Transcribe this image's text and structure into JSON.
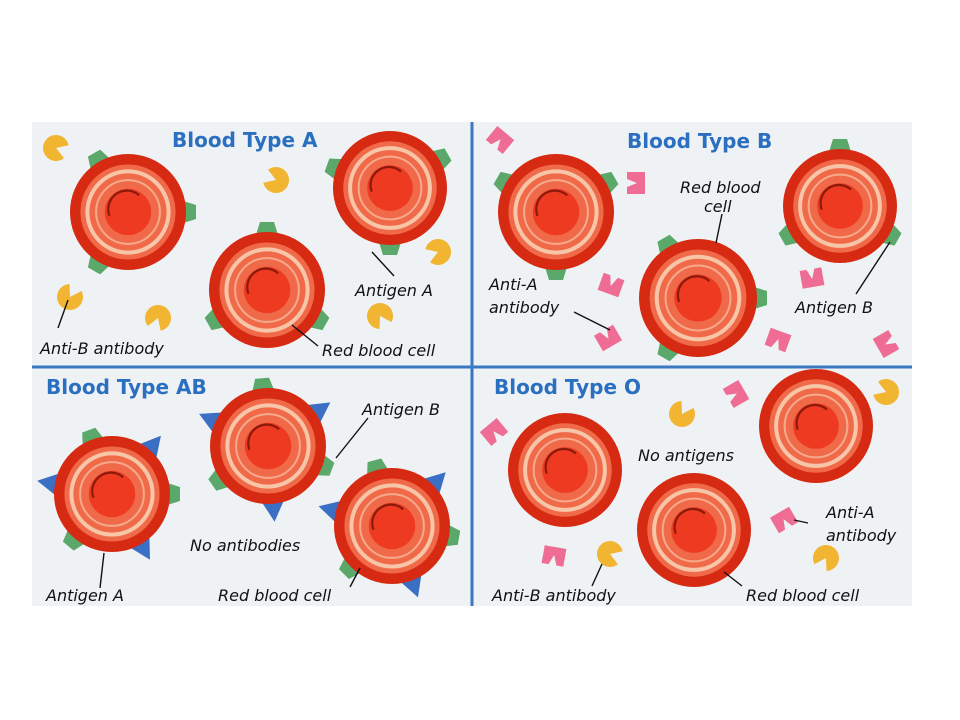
{
  "colors": {
    "background": "#ffffff",
    "panel": "#eef2f4",
    "divider": "#3a78c2",
    "title": "#2a6fc0",
    "cell_outer": "#d62a12",
    "cell_inner": "#f06a4a",
    "cell_ring": "#f7c6a8",
    "cell_core": "#ee3a20",
    "antigen_a": "#5aa86a",
    "antigen_b": "#3b6fc4",
    "anti_a_antibody": "#ef6d94",
    "anti_b_antibody": "#f1b531"
  },
  "panels": [
    {
      "id": "type-a",
      "title": "Blood Type A",
      "labels": {
        "antibody": "Anti-B antibody",
        "antigen": "Antigen A",
        "cell": "Red blood cell"
      }
    },
    {
      "id": "type-b",
      "title": "Blood Type B",
      "labels": {
        "cell_line1": "Red blood",
        "cell_line2": "cell",
        "antibody_line1": "Anti-A",
        "antibody_line2": "antibody",
        "antigen": "Antigen B"
      }
    },
    {
      "id": "type-ab",
      "title": "Blood Type AB",
      "labels": {
        "antigen_b": "Antigen B",
        "note": "No antibodies",
        "antigen_a": "Antigen A",
        "cell": "Red blood cell"
      }
    },
    {
      "id": "type-o",
      "title": "Blood Type O",
      "labels": {
        "note": "No antigens",
        "anti_a_line1": "Anti-A",
        "anti_a_line2": "antibody",
        "anti_b": "Anti-B antibody",
        "cell": "Red blood cell"
      }
    }
  ]
}
